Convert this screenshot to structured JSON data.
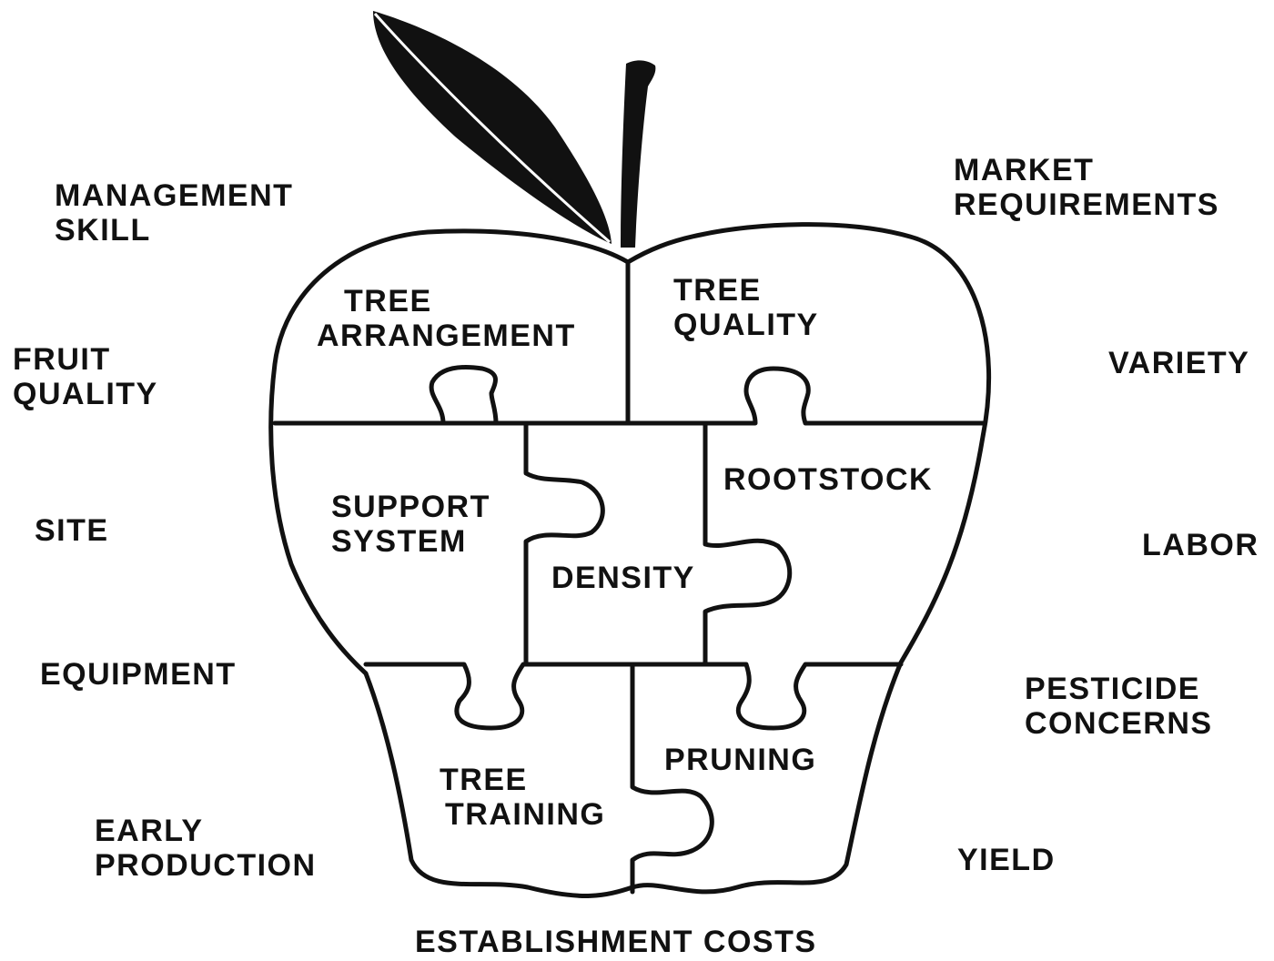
{
  "colors": {
    "ink": "#111111",
    "paper": "#ffffff"
  },
  "pieces": {
    "tree_arrangement": [
      "TREE",
      "ARRANGEMENT"
    ],
    "tree_quality": [
      "TREE",
      "QUALITY"
    ],
    "support_system": [
      "SUPPORT",
      "SYSTEM"
    ],
    "density": [
      "DENSITY"
    ],
    "rootstock": [
      "ROOTSTOCK"
    ],
    "tree_training": [
      "TREE",
      "TRAINING"
    ],
    "pruning": [
      "PRUNING"
    ]
  },
  "factors_left": {
    "management_skill": [
      "MANAGEMENT",
      "SKILL"
    ],
    "fruit_quality": [
      "FRUIT",
      "QUALITY"
    ],
    "site": [
      "SITE"
    ],
    "equipment": [
      "EQUIPMENT"
    ],
    "early_production": [
      "EARLY",
      "PRODUCTION"
    ]
  },
  "factors_right": {
    "market_requirements": [
      "MARKET",
      "REQUIREMENTS"
    ],
    "variety": [
      "VARIETY"
    ],
    "labor": [
      "LABOR"
    ],
    "pesticide_concerns": [
      "PESTICIDE",
      "CONCERNS"
    ],
    "yield": [
      "YIELD"
    ]
  },
  "factor_bottom": {
    "establishment_costs": [
      "ESTABLISHMENT COSTS"
    ]
  }
}
